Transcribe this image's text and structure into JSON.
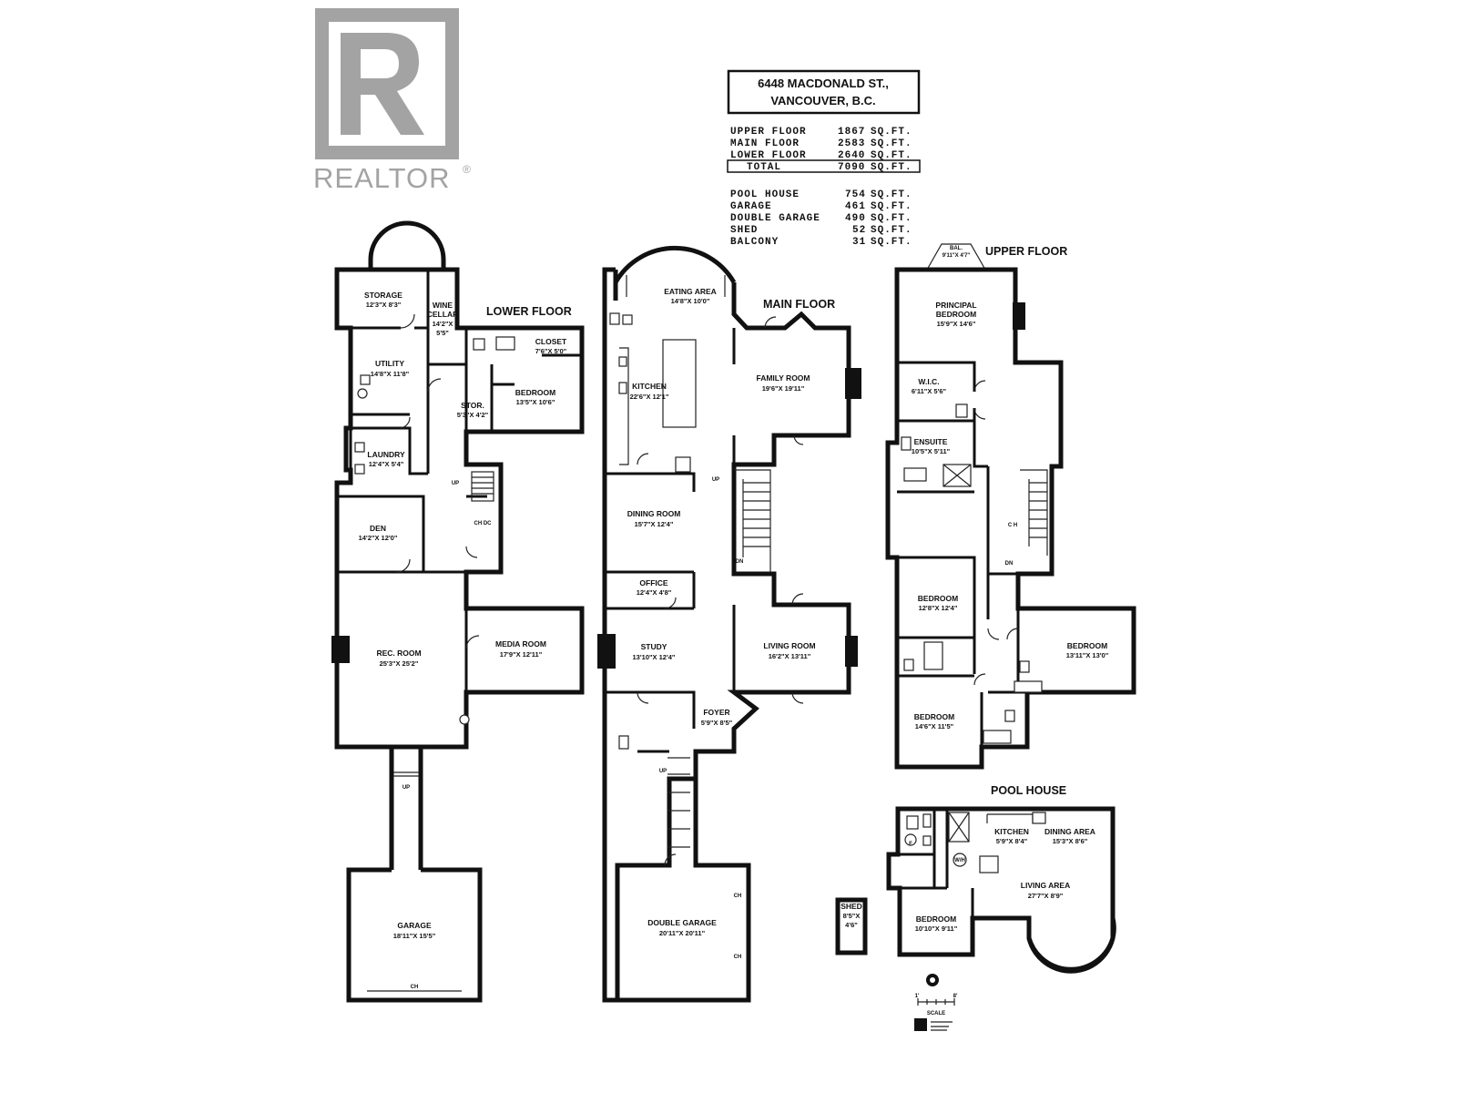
{
  "logo": {
    "text": "REALTOR",
    "mark": "®",
    "letter": "R",
    "color": "#a3a3a3"
  },
  "address": {
    "line1": "6448 MACDONALD ST.,",
    "line2": "VANCOUVER, B.C."
  },
  "area_table": [
    {
      "label": "UPPER FLOOR",
      "value": "1867",
      "unit": "SQ.FT."
    },
    {
      "label": "MAIN FLOOR",
      "value": "2583",
      "unit": "SQ.FT."
    },
    {
      "label": "LOWER FLOOR",
      "value": "2640",
      "unit": "SQ.FT."
    },
    {
      "label": "TOTAL",
      "value": "7090",
      "unit": "SQ.FT."
    }
  ],
  "extra_table": [
    {
      "label": "POOL HOUSE",
      "value": "754",
      "unit": "SQ.FT."
    },
    {
      "label": "GARAGE",
      "value": "461",
      "unit": "SQ.FT."
    },
    {
      "label": "DOUBLE GARAGE",
      "value": "490",
      "unit": "SQ.FT."
    },
    {
      "label": "SHED",
      "value": "52",
      "unit": "SQ.FT."
    },
    {
      "label": "BALCONY",
      "value": "31",
      "unit": "SQ.FT."
    }
  ],
  "floor_titles": {
    "lower": "LOWER FLOOR",
    "main": "MAIN FLOOR",
    "upper": "UPPER FLOOR",
    "pool": "POOL HOUSE"
  },
  "rooms": {
    "lower": {
      "storage": {
        "name": "STORAGE",
        "dim": "12'3\"X 8'3\""
      },
      "wine": {
        "name": "WINE",
        "name2": "CELLAR",
        "dim": "14'2\"X",
        "dim2": "5'5\""
      },
      "closet": {
        "name": "CLOSET",
        "dim": "7'6\"X 5'0\""
      },
      "utility": {
        "name": "UTILITY",
        "dim": "14'8\"X 11'8\""
      },
      "bedroom": {
        "name": "BEDROOM",
        "dim": "13'5\"X 10'6\""
      },
      "stor": {
        "name": "STOR.",
        "dim": "5'3\"X 4'2\""
      },
      "laundry": {
        "name": "LAUNDRY",
        "dim": "12'4\"X 5'4\""
      },
      "den": {
        "name": "DEN",
        "dim": "14'2\"X 12'0\""
      },
      "rec": {
        "name": "REC. ROOM",
        "dim": "25'3\"X 25'2\""
      },
      "media": {
        "name": "MEDIA ROOM",
        "dim": "17'9\"X 12'11\""
      },
      "garage": {
        "name": "GARAGE",
        "dim": "18'11\"X 15'5\""
      }
    },
    "main": {
      "eating": {
        "name": "EATING AREA",
        "dim": "14'8\"X 10'0\""
      },
      "kitchen": {
        "name": "KITCHEN",
        "dim": "22'6\"X 12'1\""
      },
      "family": {
        "name": "FAMILY ROOM",
        "dim": "19'6\"X 19'11\""
      },
      "dining": {
        "name": "DINING ROOM",
        "dim": "15'7\"X 12'4\""
      },
      "office": {
        "name": "OFFICE",
        "dim": "12'4\"X 4'8\""
      },
      "study": {
        "name": "STUDY",
        "dim": "13'10\"X 12'4\""
      },
      "living": {
        "name": "LIVING ROOM",
        "dim": "16'2\"X 13'11\""
      },
      "foyer": {
        "name": "FOYER",
        "dim": "5'9\"X 8'5\""
      },
      "dgarage": {
        "name": "DOUBLE GARAGE",
        "dim": "20'11\"X 20'11\""
      }
    },
    "upper": {
      "bal": {
        "name": "BAL.",
        "dim": "9'11\"X 4'7\""
      },
      "principal": {
        "name": "PRINCIPAL",
        "name2": "BEDROOM",
        "dim": "15'9\"X 14'6\""
      },
      "wic": {
        "name": "W.I.C.",
        "dim": "6'11\"X 5'6\""
      },
      "ensuite": {
        "name": "ENSUITE",
        "dim": "10'5\"X 5'11\""
      },
      "bed2": {
        "name": "BEDROOM",
        "dim": "12'8\"X 12'4\""
      },
      "bed3": {
        "name": "BEDROOM",
        "dim": "13'11\"X 13'0\""
      },
      "bed4": {
        "name": "BEDROOM",
        "dim": "14'6\"X 11'5\""
      }
    },
    "pool": {
      "kitchen": {
        "name": "KITCHEN",
        "dim": "5'9\"X 8'4\""
      },
      "dining": {
        "name": "DINING AREA",
        "dim": "15'3\"X 8'6\""
      },
      "living": {
        "name": "LIVING AREA",
        "dim": "27'7\"X 8'9\""
      },
      "bedroom": {
        "name": "BEDROOM",
        "dim": "10'10\"X 9'11\""
      },
      "shed": {
        "name": "SHED",
        "dim": "8'5\"X",
        "dim2": "4'6\""
      }
    }
  },
  "markers": {
    "up": "UP",
    "dn": "DN",
    "ch": "CH",
    "ch_stacked": "C H",
    "ch_small": "CH DC",
    "wh": "W/H",
    "f": "F"
  },
  "scale": {
    "label": "SCALE",
    "left": "1'",
    "right": "8'"
  }
}
